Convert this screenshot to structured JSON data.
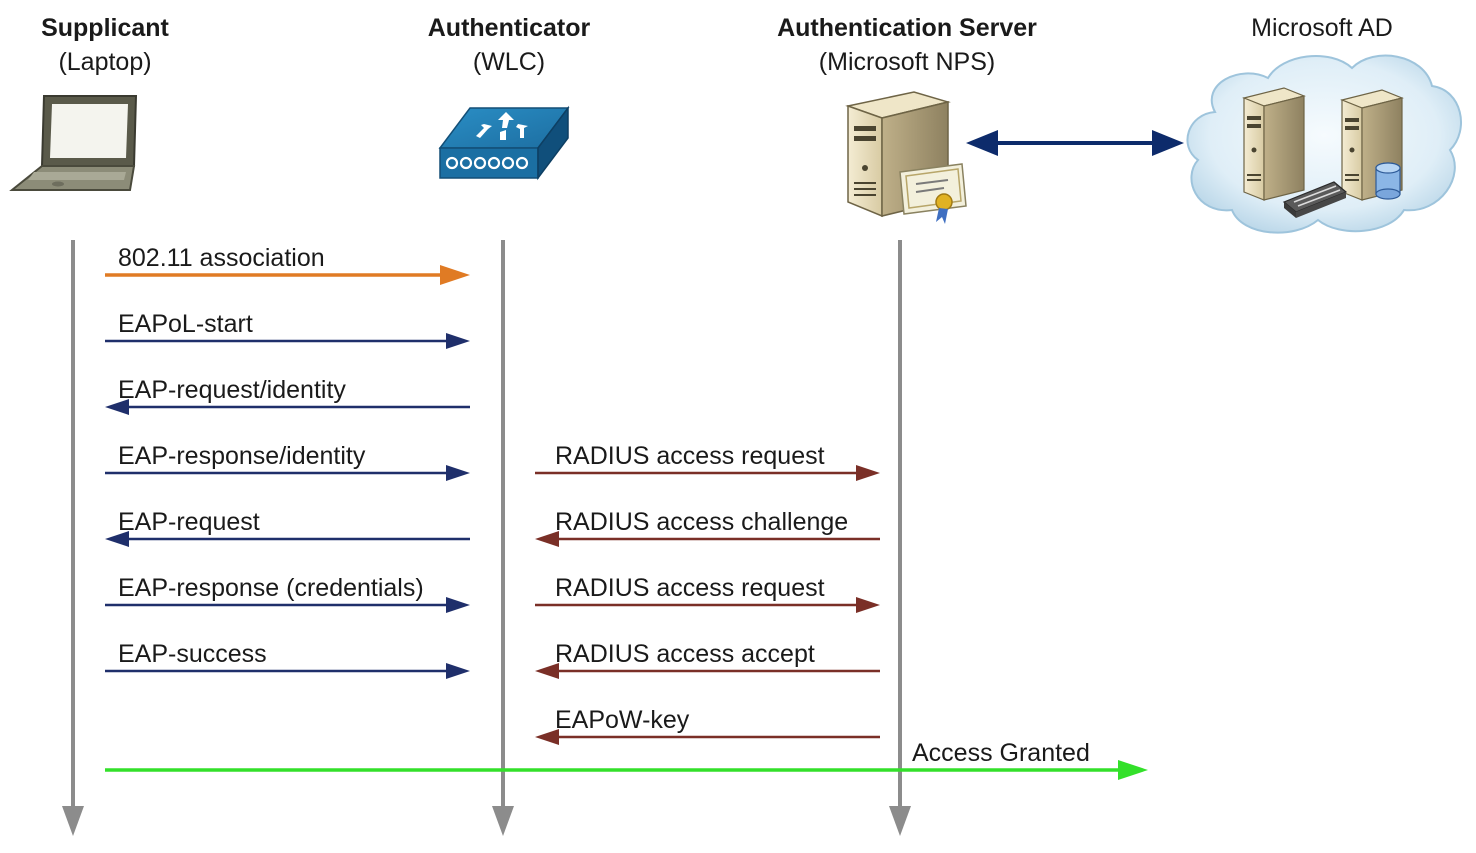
{
  "actors": [
    {
      "id": "supplicant",
      "title": "Supplicant",
      "subtitle": "(Laptop)",
      "icon": "laptop-icon",
      "bold": true
    },
    {
      "id": "authenticator",
      "title": "Authenticator",
      "subtitle": "(WLC)",
      "icon": "wireless-controller-icon",
      "bold": true
    },
    {
      "id": "auth-server",
      "title": "Authentication Server",
      "subtitle": "(Microsoft NPS)",
      "icon": "server-certificate-icon",
      "bold": true
    },
    {
      "id": "ad",
      "title": "Microsoft AD",
      "subtitle": "",
      "icon": "cloud-servers-icon",
      "bold": false
    }
  ],
  "messages": [
    {
      "label": "802.11 association",
      "from": "supplicant",
      "to": "authenticator",
      "color": "#e07b24"
    },
    {
      "label": "EAPoL-start",
      "from": "supplicant",
      "to": "authenticator",
      "color": "#1f2f6b"
    },
    {
      "label": "EAP-request/identity",
      "from": "authenticator",
      "to": "supplicant",
      "color": "#1f2f6b"
    },
    {
      "label": "EAP-response/identity",
      "from": "supplicant",
      "to": "authenticator",
      "color": "#1f2f6b"
    },
    {
      "label": "RADIUS access request",
      "from": "authenticator",
      "to": "auth-server",
      "color": "#7a2f27"
    },
    {
      "label": "EAP-request",
      "from": "authenticator",
      "to": "supplicant",
      "color": "#1f2f6b"
    },
    {
      "label": "RADIUS access challenge",
      "from": "auth-server",
      "to": "authenticator",
      "color": "#7a2f27"
    },
    {
      "label": "EAP-response (credentials)",
      "from": "supplicant",
      "to": "authenticator",
      "color": "#1f2f6b"
    },
    {
      "label": "RADIUS access request",
      "from": "authenticator",
      "to": "auth-server",
      "color": "#7a2f27"
    },
    {
      "label": "EAP-success",
      "from": "supplicant",
      "to": "authenticator",
      "color": "#1f2f6b"
    },
    {
      "label": "RADIUS access accept",
      "from": "auth-server",
      "to": "authenticator",
      "color": "#7a2f27"
    },
    {
      "label": "EAPoW-key",
      "from": "auth-server",
      "to": "authenticator",
      "color": "#7a2f27"
    },
    {
      "label": "Access Granted",
      "from": "supplicant",
      "to": "beyond",
      "color": "#33e02a"
    }
  ],
  "link": {
    "from": "auth-server",
    "to": "ad",
    "direction": "both",
    "color": "#0d2b6b"
  },
  "lifeline_color": "#8c8c8c"
}
